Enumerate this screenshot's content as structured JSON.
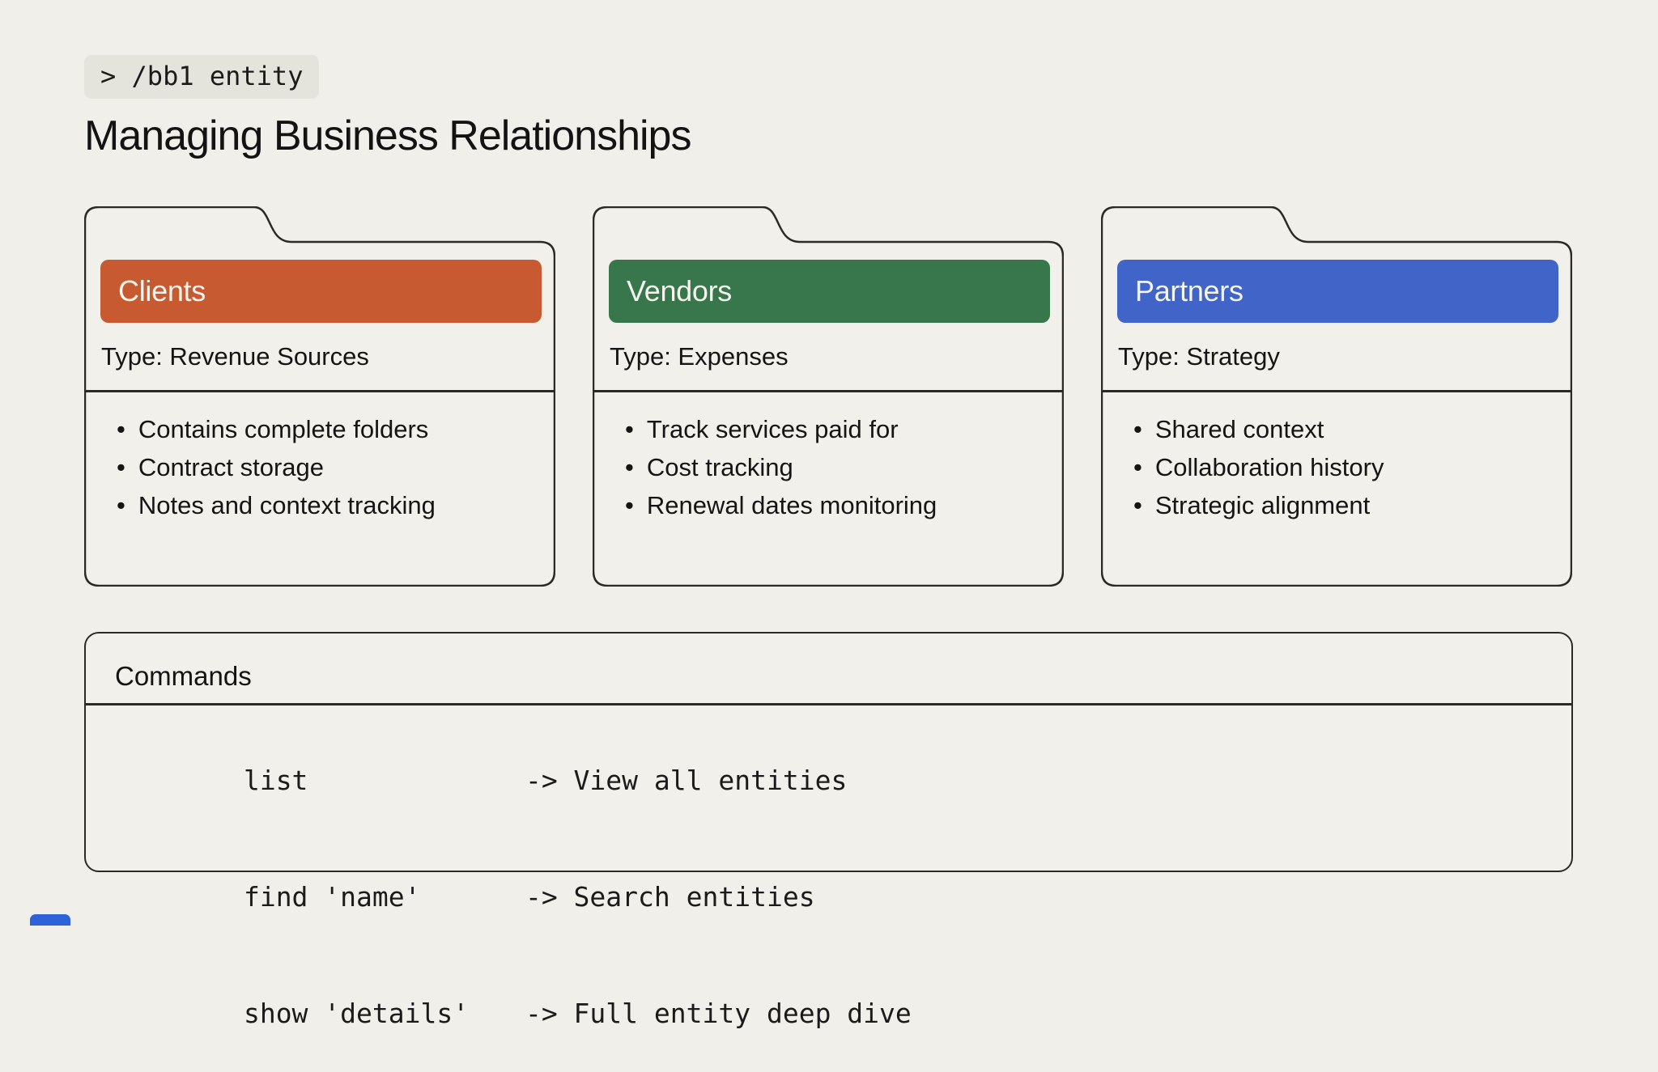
{
  "header": {
    "command_badge": "> /bb1 entity",
    "title": "Managing Business Relationships"
  },
  "folders": [
    {
      "name": "Clients",
      "color": "#C75A31",
      "type_label": "Type: Revenue Sources",
      "bullets": [
        "Contains complete folders",
        "Contract storage",
        "Notes and context tracking"
      ]
    },
    {
      "name": "Vendors",
      "color": "#38764B",
      "type_label": "Type: Expenses",
      "bullets": [
        "Track services paid for",
        "Cost tracking",
        "Renewal dates monitoring"
      ]
    },
    {
      "name": "Partners",
      "color": "#4164C8",
      "type_label": "Type: Strategy",
      "bullets": [
        "Shared context",
        "Collaboration history",
        "Strategic alignment"
      ]
    }
  ],
  "commands_panel": {
    "title": "Commands",
    "rows": [
      {
        "command": "list",
        "description": "-> View all entities"
      },
      {
        "command": "find 'name'",
        "description": "-> Search entities"
      },
      {
        "command": "show 'details'",
        "description": "-> Full entity deep dive"
      }
    ]
  },
  "ui": {
    "bullet_glyph": "•"
  },
  "colors": {
    "background": "#F0EFE9",
    "card_fill": "#F1F0EA",
    "border_ink": "#2B2A27",
    "badge_background": "#E4E3DC",
    "bar_text": "#F6F4EF",
    "partial_element_blue": "#2E62D9"
  }
}
